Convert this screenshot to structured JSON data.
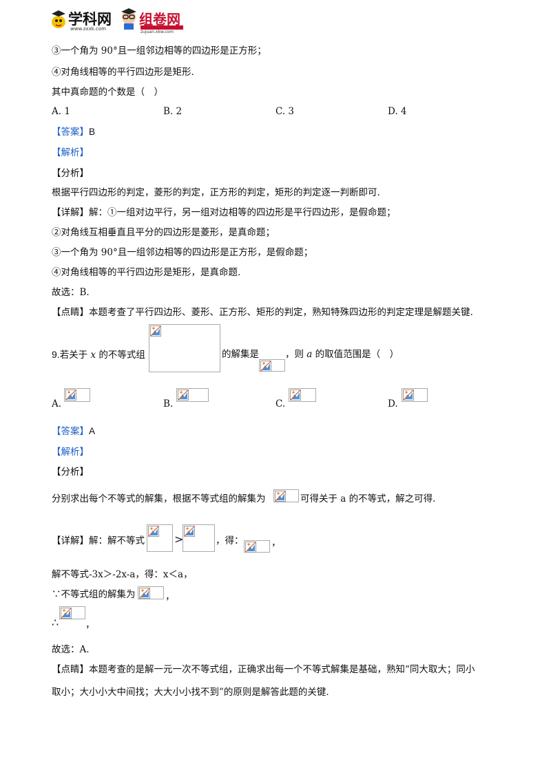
{
  "header": {
    "logo1_name": "学科网",
    "logo1_url": "www.zxxk.com",
    "logo2_name": "组卷网",
    "logo2_url": "zujuan.xkw.com"
  },
  "q8_cont": {
    "item3": "③一个角为 90°且一组邻边相等的四边形是正方形；",
    "item4": "④对角线相等的平行四边形是矩形.",
    "prompt": "其中真命题的个数是（　）",
    "options": [
      "A.  1",
      "B.  2",
      "C.  3",
      "D.  4"
    ],
    "answer_tag": "【答案】",
    "answer": "B",
    "analysis_tag": "【解析】",
    "fenxi_tag": "【分析】",
    "fenxi": "根据平行四边形的判定，菱形的判定，正方形的判定，矩形的判定逐一判断即可.",
    "detail_tag": "【详解】",
    "detail1": "解：①一组对边平行，另一组对边相等的四边形是平行四边形，是假命题；",
    "detail2": "②对角线互相垂直且平分的四边形是菱形，是真命题；",
    "detail3": "③一个角为 90°且一组邻边相等的四边形是正方形，是假命题；",
    "detail4": "④对角线相等的平行四边形是矩形，是真命题.",
    "choose": "故选：B.",
    "comment_tag": "【点睛】",
    "comment": "本题考查了平行四边形、菱形、正方形、矩形的判定，熟知特殊四边形的判定定理是解题关键."
  },
  "q9": {
    "number": "9.",
    "stem_a": "若关于 ",
    "var_x": "x",
    "stem_b": " 的不等式组",
    "stem_c": "的解集是",
    "stem_d": "，则 ",
    "var_a": "a",
    "stem_e": " 的取值范围是（　）",
    "options": [
      "A.",
      "B.",
      "C.",
      "D."
    ],
    "answer_tag": "【答案】",
    "answer": "A",
    "analysis_tag": "【解析】",
    "fenxi_tag": "【分析】",
    "fenxi_a": "分别求出每个不等式的解集，根据不等式组的解集为",
    "fenxi_b": "可得关于 a 的不等式，解之可得.",
    "detail_tag": "【详解】",
    "detail_a": "解：解不等式",
    "detail_gt": ">",
    "detail_b": "，得：",
    "detail_c": "，",
    "line2": "解不等式-3x＞-2x-a，得：x＜a，",
    "line3_a": "∵不等式组的解集为",
    "line3_b": "，",
    "line4_a": "∴",
    "line4_b": "，",
    "choose": "故选：A.",
    "comment_tag": "【点睛】",
    "comment1": "本题考查的是解一元一次不等式组，正确求出每一个不等式解集是基础，熟知“同大取大；同小",
    "comment2": "取小；大小小大中间找；大大小小找不到”的原则是解答此题的关键."
  }
}
